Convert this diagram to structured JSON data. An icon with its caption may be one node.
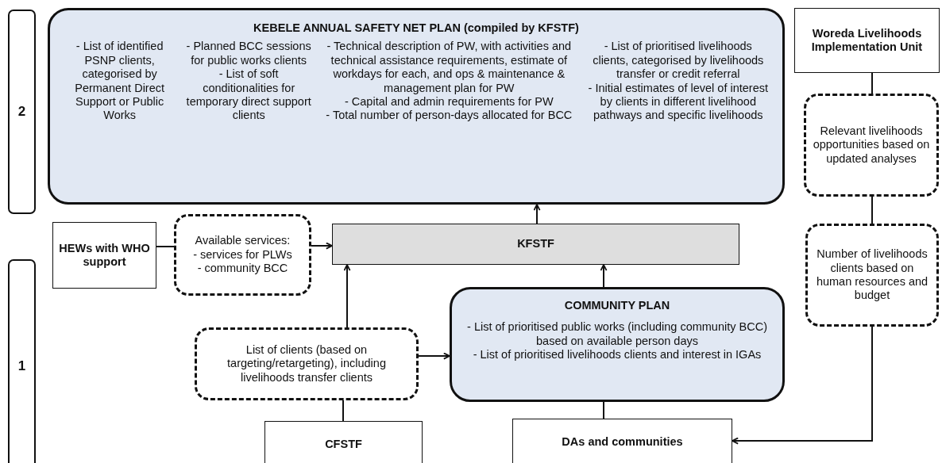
{
  "diagram": {
    "nodes": [
      {
        "text": [
          "2"
        ]
      },
      {
        "text": [
          "KEBELE ANNUAL SAFETY NET PLAN (compiled by KFSTF)",
          "- List of identified PSNP clients, categorised by Permanent Direct Support or Public Works",
          "- Planned BCC sessions for public works clients",
          "- List of soft conditionalities for temporary direct support clients",
          "- Technical description of PW, with activities and technical assistance requirements, estimate of workdays for each, and ops & maintenance & management plan for PW",
          "- Capital and admin requirements for PW",
          "- Total number of person-days allocated for BCC",
          "- List of prioritised livelihoods clients, categorised by livelihoods transfer or credit referral",
          "- Initial estimates of level of interest by clients in different livelihood pathways and specific livelihoods"
        ]
      },
      {
        "text": [
          "Woreda Livelihoods Implementation Unit"
        ]
      },
      {
        "text": [
          "Relevant livelihoods opportunities based on updated analyses"
        ]
      },
      {
        "text": [
          "HEWs with WHO support"
        ]
      },
      {
        "text": [
          "Available services:",
          "- services for PLWs",
          "- community BCC"
        ]
      },
      {
        "text": [
          "KFSTF"
        ]
      },
      {
        "text": [
          "Number of livelihoods clients based on human resources and budget"
        ]
      },
      {
        "text": [
          "1"
        ]
      },
      {
        "text": [
          "COMMUNITY PLAN",
          "- List of prioritised public works (including community BCC) based on available person days",
          "- List of prioritised livelihoods clients and interest in IGAs"
        ]
      },
      {
        "text": [
          "List of clients (based on targeting/retargeting), including livelihoods transfer clients"
        ]
      },
      {
        "text": [
          "CFSTF"
        ]
      },
      {
        "text": [
          "DAs and communities"
        ]
      }
    ],
    "edges": [
      {
        "from": 6,
        "to": 1,
        "arrow": "to"
      },
      {
        "from": 2,
        "to": 3,
        "arrow": "none"
      },
      {
        "from": 3,
        "to": 7,
        "arrow": "none"
      },
      {
        "from": 7,
        "to": 12,
        "arrow": "to"
      },
      {
        "from": 4,
        "to": 5,
        "arrow": "none"
      },
      {
        "from": 5,
        "to": 6,
        "arrow": "to"
      },
      {
        "from": 10,
        "to": 6,
        "arrow": "to"
      },
      {
        "from": 10,
        "to": 9,
        "arrow": "to"
      },
      {
        "from": 9,
        "to": 6,
        "arrow": "to"
      },
      {
        "from": 11,
        "to": 10,
        "arrow": "none"
      },
      {
        "from": 12,
        "to": 9,
        "arrow": "none"
      }
    ]
  }
}
